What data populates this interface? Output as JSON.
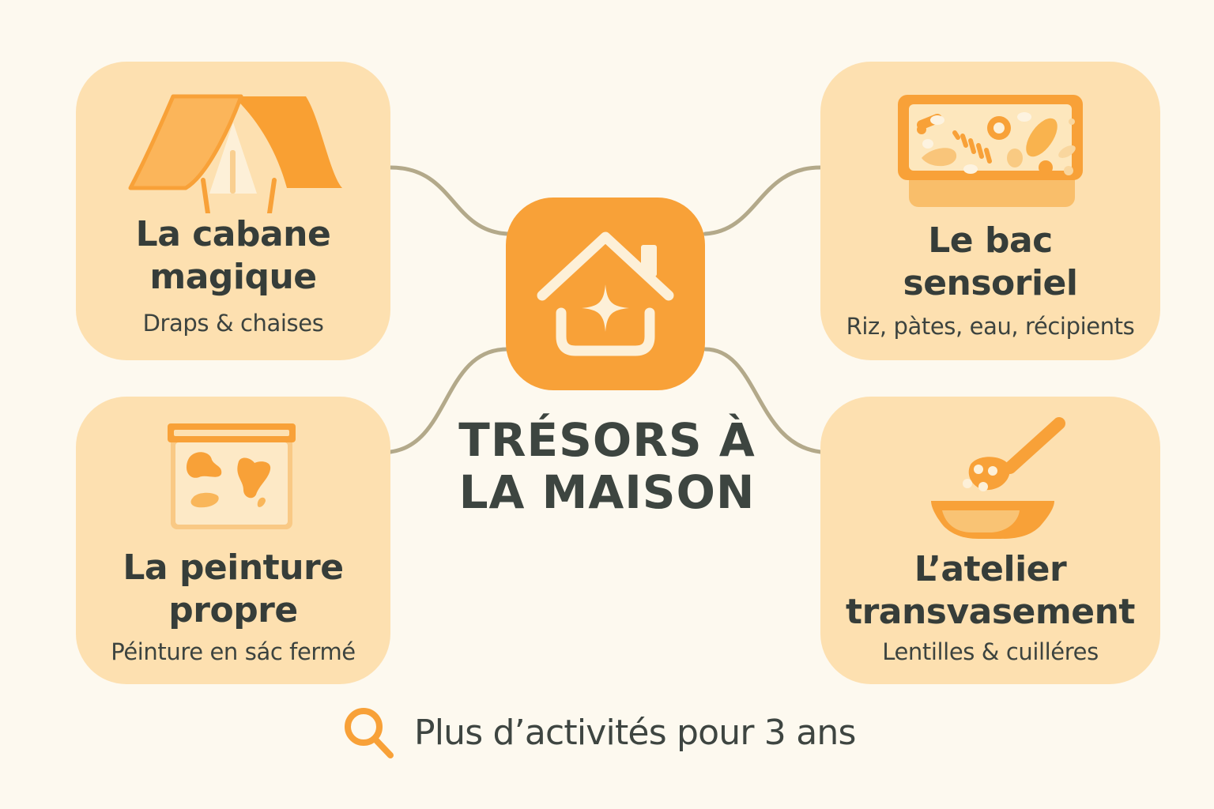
{
  "center": {
    "title_line1": "TRÉSORS À",
    "title_line2": "LA MAISON",
    "icon": "house-sparkle-icon",
    "color": "#f8a138"
  },
  "cards": [
    {
      "position": "top-left",
      "icon": "tent-icon",
      "title_line1": "La cabane",
      "title_line2": "magique",
      "subtitle": "Draps & chaises"
    },
    {
      "position": "top-right",
      "icon": "sensory-bin-icon",
      "title_line1": "Le bac",
      "title_line2": "sensoriel",
      "subtitle": "Riz, pàtes, eau, récipients"
    },
    {
      "position": "bottom-left",
      "icon": "sealed-paint-bag-icon",
      "title_line1": "La peinture",
      "title_line2": "propre",
      "subtitle": "Péinture en sác fermé"
    },
    {
      "position": "bottom-right",
      "icon": "spoon-bowl-icon",
      "title_line1": "L’atelier",
      "title_line2": "transvasement",
      "subtitle": "Lentilles & cuilléres"
    }
  ],
  "footer": {
    "icon": "search-icon",
    "label": "Plus d’activités pour 3 ans"
  },
  "colors": {
    "background": "#fdf9ef",
    "card": "#fde0b0",
    "accent": "#f8a138",
    "connector": "#b3a98a",
    "text": "#3a413d"
  }
}
